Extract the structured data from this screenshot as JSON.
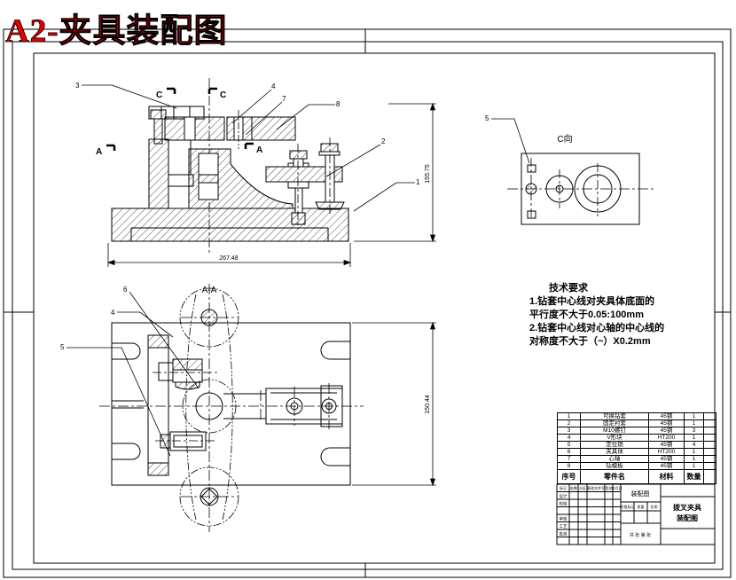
{
  "title": "A2-夹具装配图",
  "colors": {
    "title_red": "#e00000",
    "line": "#000000"
  },
  "front_view": {
    "sections": {
      "c": "C",
      "a": "A"
    },
    "balloons": [
      "3",
      "4",
      "7",
      "8",
      "2",
      "1"
    ],
    "dim_bottom": "267.48",
    "dim_right": "155.75"
  },
  "section_view": {
    "label": "A-A",
    "balloons": [
      "6",
      "4",
      "5"
    ],
    "dim_right": "150.44"
  },
  "c_view": {
    "label": "C向",
    "balloon": "5"
  },
  "tech_requirements": {
    "title": "技术要求",
    "lines": [
      "1.钻套中心线对夹具体底面的",
      "平行度不大于0.05:100mm",
      "2.钻套中心线对心轴的中心线的",
      "对称度不大于（~）X0.2mm"
    ]
  },
  "parts_list": {
    "headers": [
      "序号",
      "零件名",
      "材料",
      "数量",
      ""
    ],
    "rows": [
      [
        "1",
        "可换钻套",
        "45钢",
        "1"
      ],
      [
        "2",
        "固定衬套",
        "45钢",
        "1"
      ],
      [
        "3",
        "M10螺钉",
        "45钢",
        "3"
      ],
      [
        "4",
        "V形块",
        "HT200",
        "1"
      ],
      [
        "5",
        "定位销",
        "45钢",
        "4"
      ],
      [
        "6",
        "夹具体",
        "HT200",
        "1"
      ],
      [
        "7",
        "心轴",
        "45钢",
        "1"
      ],
      [
        "8",
        "钻模板",
        "45钢",
        "1"
      ]
    ]
  },
  "title_block": {
    "doc_type": "装配图",
    "product_line1": "拨叉夹具",
    "product_line2": "装配图",
    "rev_headers": [
      "标记",
      "处数",
      "分区",
      "更改文件号",
      "签名",
      "年月日"
    ],
    "sign_labels": [
      "设计",
      "校核",
      "审核",
      "工艺",
      "批准"
    ],
    "mid_labels": [
      "阶段标记",
      "质量",
      "比例"
    ],
    "sheet_info": "共 张 第 张"
  }
}
